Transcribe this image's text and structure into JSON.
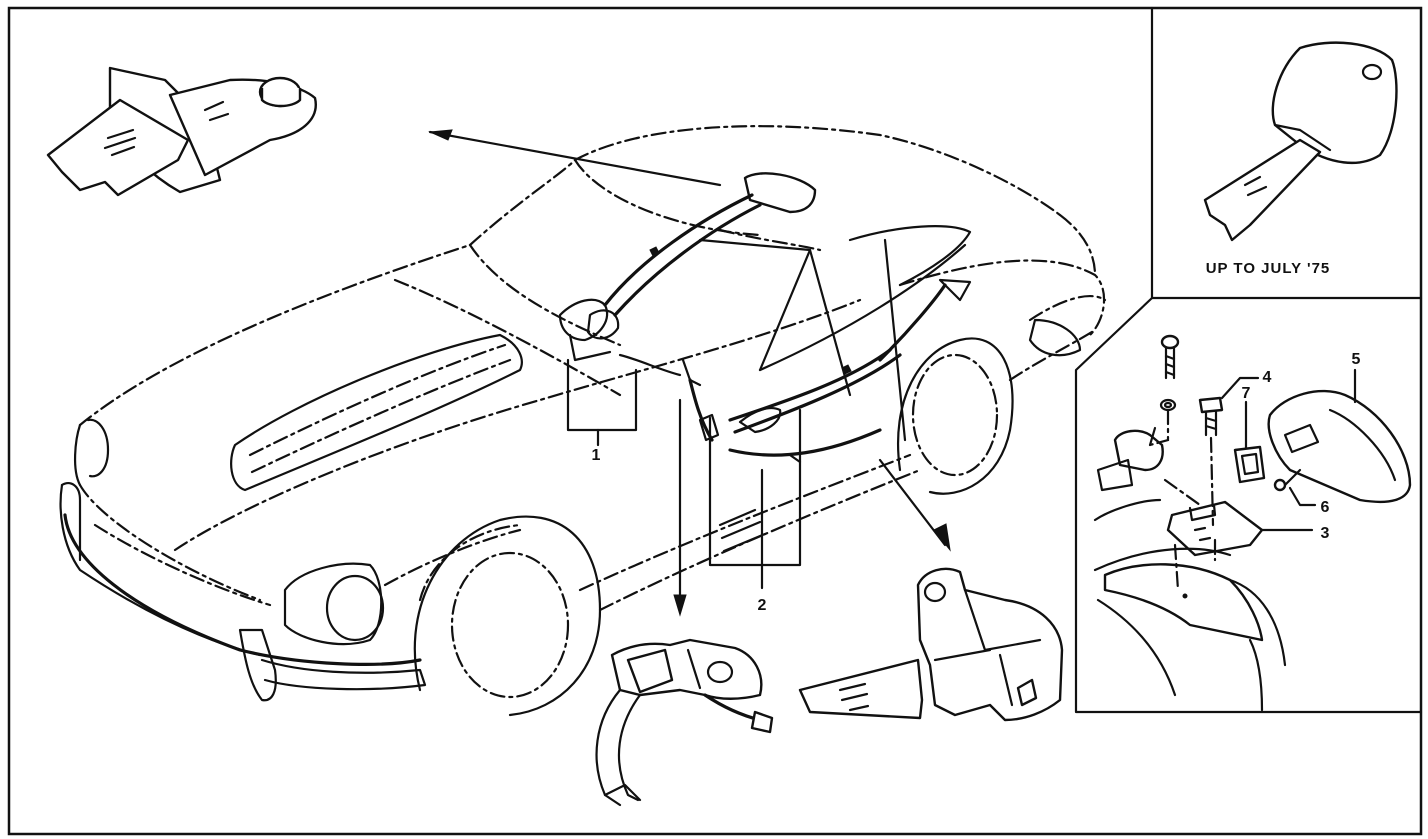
{
  "diagram": {
    "caption_inset": "UP TO JULY '75",
    "callouts": [
      {
        "id": "1",
        "label": "1"
      },
      {
        "id": "2",
        "label": "2"
      },
      {
        "id": "3",
        "label": "3"
      },
      {
        "id": "4",
        "label": "4"
      },
      {
        "id": "5",
        "label": "5"
      },
      {
        "id": "6",
        "label": "6"
      },
      {
        "id": "7",
        "label": "7"
      }
    ]
  }
}
